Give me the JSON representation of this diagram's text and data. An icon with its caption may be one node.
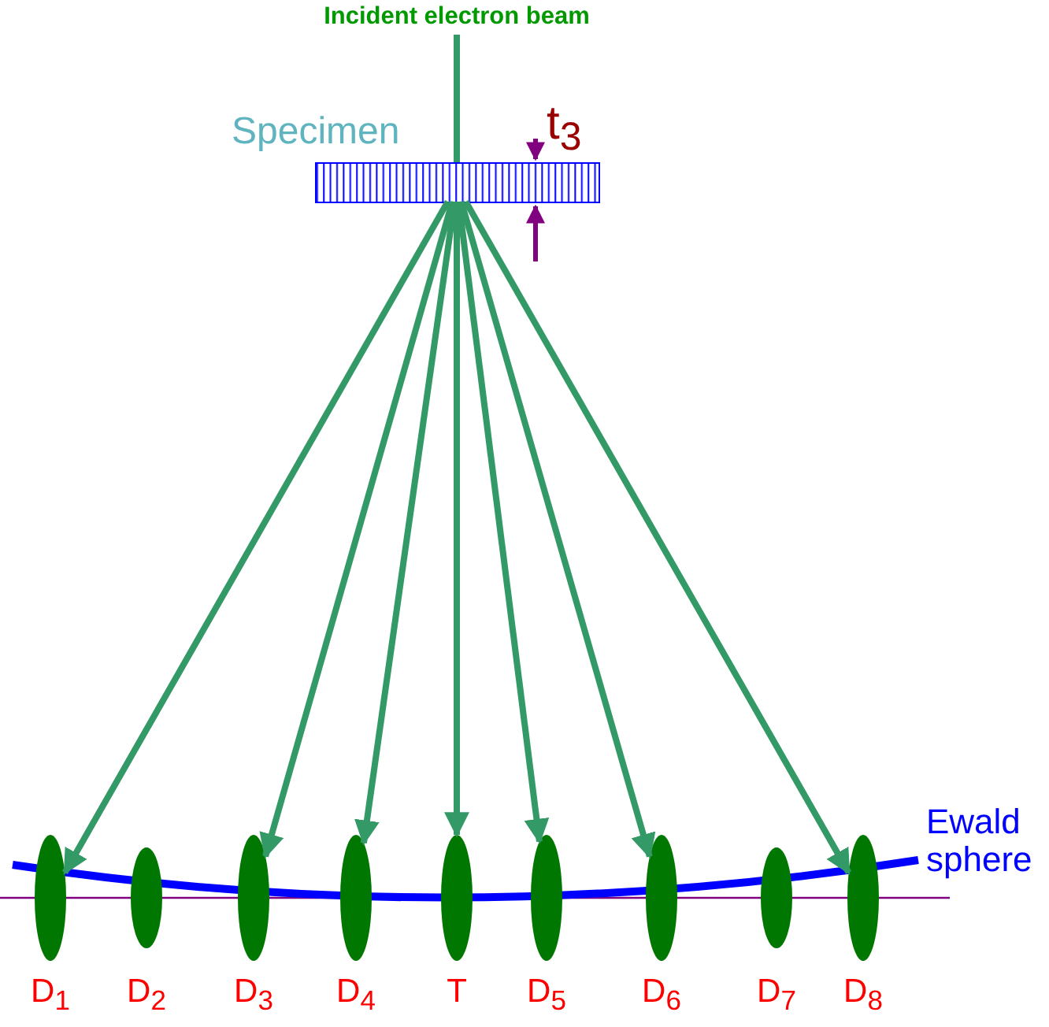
{
  "diagram": {
    "nodes": [
      {
        "text": [
          "Incident electron beam"
        ]
      },
      {
        "text": [
          "Specimen"
        ]
      },
      {
        "text": [
          "D$_{1}$"
        ]
      },
      {
        "text": [
          "D$_{2}$"
        ]
      },
      {
        "text": [
          "D$_{3}$"
        ]
      },
      {
        "text": [
          "D$_{4}$"
        ]
      },
      {
        "text": [
          "T"
        ]
      },
      {
        "text": [
          "D$_{5}$"
        ]
      },
      {
        "text": [
          "D$_{6}$"
        ]
      },
      {
        "text": [
          "D$_{7}$"
        ]
      },
      {
        "text": [
          "D$_{8}$"
        ]
      }
    ],
    "edges": [
      {
        "from": 0,
        "to": 1,
        "arrow": "none"
      },
      {
        "from": 1,
        "to": 2,
        "arrow": "to"
      },
      {
        "from": 1,
        "to": 4,
        "arrow": "to"
      },
      {
        "from": 1,
        "to": 5,
        "arrow": "to"
      },
      {
        "from": 1,
        "to": 6,
        "arrow": "to"
      },
      {
        "from": 1,
        "to": 7,
        "arrow": "to"
      },
      {
        "from": 1,
        "to": 8,
        "arrow": "to"
      },
      {
        "from": 1,
        "to": 10,
        "arrow": "to"
      }
    ],
    "labels": [
      "t$_{3}$",
      "Ewald sphere"
    ]
  }
}
